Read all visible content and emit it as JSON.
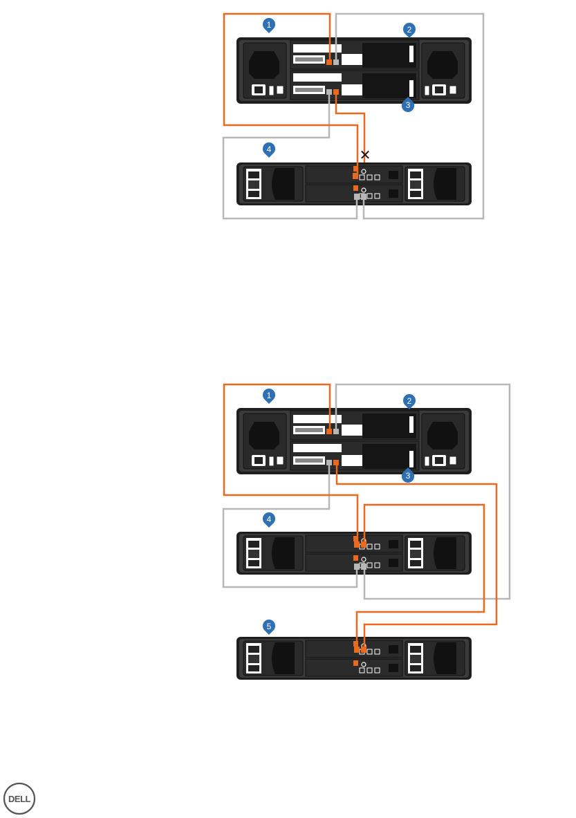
{
  "figure_top": {
    "callouts": [
      "1",
      "2",
      "3",
      "4"
    ],
    "disconnect_mark": "✕"
  },
  "figure_bottom": {
    "callouts": [
      "1",
      "2",
      "3",
      "4",
      "5"
    ]
  },
  "logo": {
    "text": "DELL"
  },
  "colors": {
    "sas_orange": "#e8691f",
    "sas_gray": "#b7b7b7",
    "chassis": "#3b3b3b",
    "callout_blue": "#2f6fb4"
  }
}
